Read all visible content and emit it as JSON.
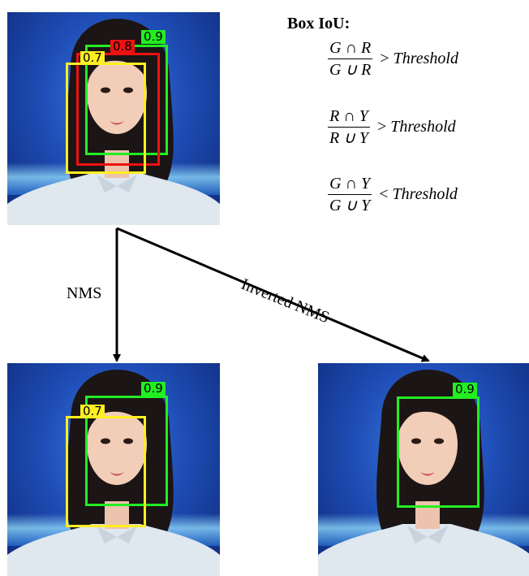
{
  "panels": {
    "top": {
      "boxes": [
        {
          "color": "green",
          "score": "0.9"
        },
        {
          "color": "red",
          "score": "0.8"
        },
        {
          "color": "yellow",
          "score": "0.7"
        }
      ]
    },
    "nms": {
      "boxes": [
        {
          "color": "green",
          "score": "0.9"
        },
        {
          "color": "yellow",
          "score": "0.7"
        }
      ]
    },
    "inverted": {
      "boxes": [
        {
          "color": "green",
          "score": "0.9"
        }
      ]
    }
  },
  "iou": {
    "title": "Box IoU:",
    "formulas": [
      {
        "num": "G ∩ R",
        "den": "G ∪ R",
        "op": ">",
        "rhs": "Threshold"
      },
      {
        "num": "R ∩ Y",
        "den": "R ∪ Y",
        "op": ">",
        "rhs": "Threshold"
      },
      {
        "num": "G ∩ Y",
        "den": "G ∪ Y",
        "op": "<",
        "rhs": "Threshold"
      }
    ]
  },
  "labels": {
    "nms": "NMS",
    "inverted_nms": "Inverted NMS"
  },
  "colors": {
    "green": "#22ee22",
    "red": "#ee1111",
    "yellow": "#ffee22",
    "background": "#1f4fb8"
  }
}
